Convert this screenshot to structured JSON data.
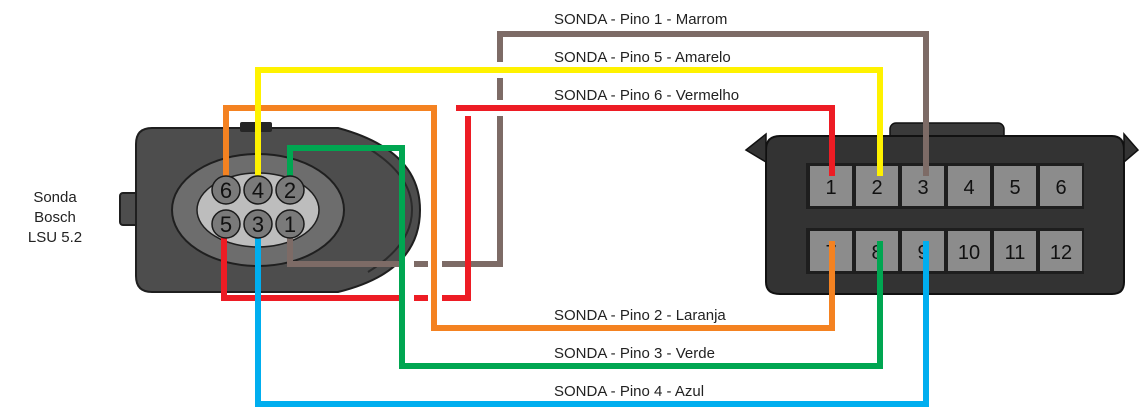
{
  "sensor": {
    "label_lines": [
      "Sonda",
      "Bosch",
      "LSU 5.2"
    ],
    "pins": [
      "6",
      "4",
      "2",
      "5",
      "3",
      "1"
    ]
  },
  "connector": {
    "top_pins": [
      "1",
      "2",
      "3",
      "4",
      "5",
      "6"
    ],
    "bottom_pins": [
      "7",
      "8",
      "9",
      "10",
      "11",
      "12"
    ]
  },
  "wires": [
    {
      "label": "SONDA - Pino 1 - Marrom",
      "color": "#7d6b66"
    },
    {
      "label": "SONDA - Pino 5 - Amarelo",
      "color": "#fff200"
    },
    {
      "label": "SONDA - Pino 6 - Vermelho",
      "color": "#ed1c24"
    },
    {
      "label": "SONDA - Pino 2 - Laranja",
      "color": "#f48221"
    },
    {
      "label": "SONDA - Pino 3 - Verde",
      "color": "#00a651"
    },
    {
      "label": "SONDA - Pino 4 - Azul",
      "color": "#00aeef"
    }
  ],
  "colors": {
    "housing_dark": "#4d4d4d",
    "housing_outline": "#1f1f1f",
    "pin_fill": "#8c8c8c",
    "connector_body": "#333333"
  }
}
